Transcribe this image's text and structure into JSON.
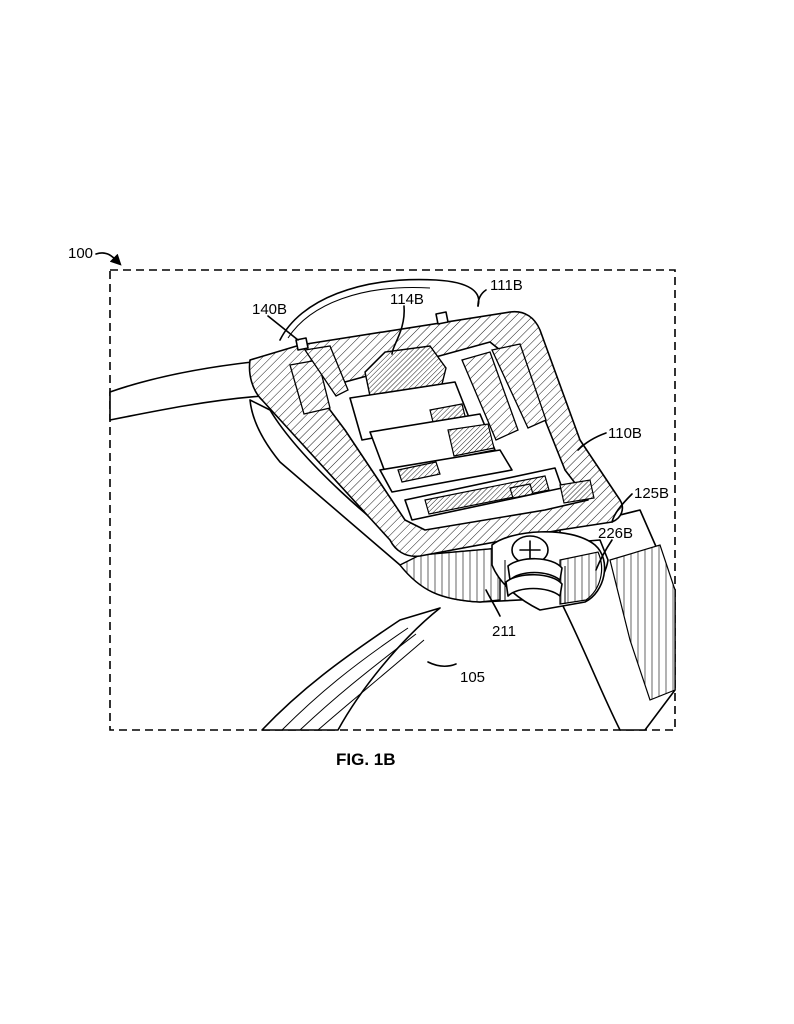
{
  "figure": {
    "caption": "FIG. 1B",
    "reference_numerals": {
      "assembly": "100",
      "window": "111B",
      "sensor": "114B",
      "edge": "140B",
      "housing": "110B",
      "band_connector": "125B",
      "bracket": "226B",
      "fastener": "211",
      "band": "105"
    }
  }
}
